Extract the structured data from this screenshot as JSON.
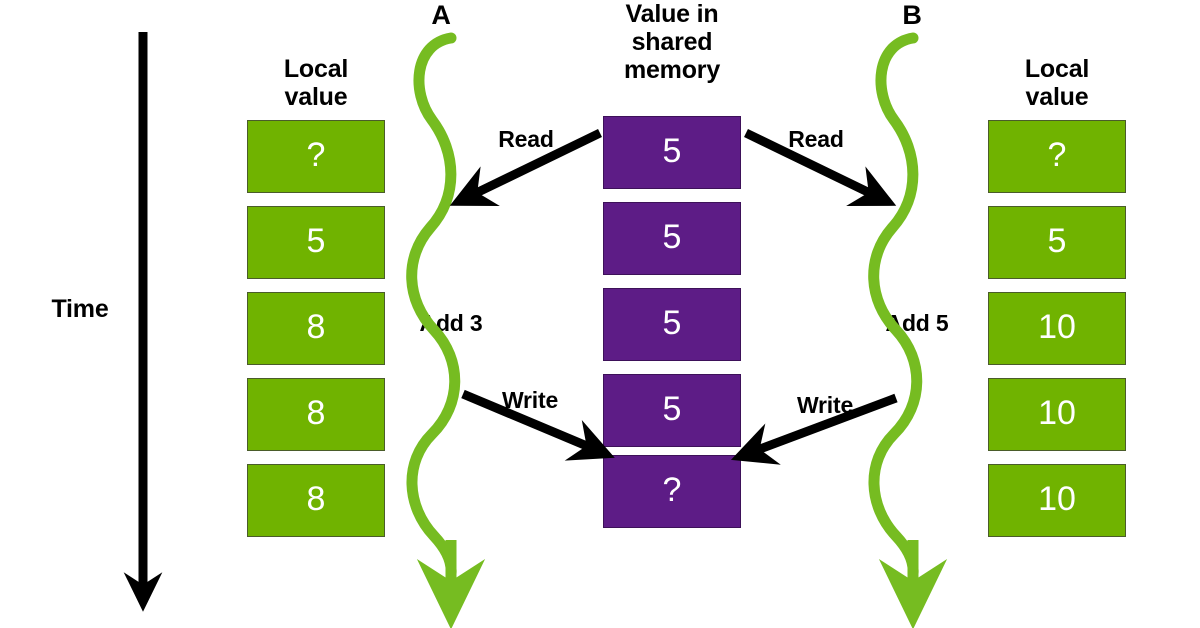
{
  "diagram": {
    "title_hidden": "",
    "axis": {
      "time_label": "Time"
    },
    "threads": {
      "left": {
        "letter": "A",
        "column_header": "Local\nvalue",
        "operation_label": "Add 3",
        "read_label": "Read",
        "write_label": "Write",
        "values": [
          "?",
          "5",
          "8",
          "8",
          "8"
        ]
      },
      "right": {
        "letter": "B",
        "column_header": "Local\nvalue",
        "operation_label": "Add 5",
        "read_label": "Read",
        "write_label": "Write",
        "values": [
          "?",
          "5",
          "10",
          "10",
          "10"
        ]
      }
    },
    "shared_memory": {
      "column_header": "Value in\nshared\nmemory",
      "values": [
        "5",
        "5",
        "5",
        "5",
        "?"
      ]
    },
    "colors": {
      "local_value_box": "#70b300",
      "local_value_box_border": "#4a5c2a",
      "shared_memory_box": "#5d1c86",
      "shared_memory_box_border": "#3d1159",
      "thread_line": "#76bc21",
      "arrow": "#000000",
      "text_on_box": "#ffffff",
      "label_text": "#000000",
      "background": "#ffffff"
    },
    "icons": {
      "time_axis": "down-arrow-icon",
      "thread_a_line": "squiggly-thread-line-icon",
      "thread_b_line": "squiggly-thread-line-icon",
      "read_left": "arrow-left-icon",
      "read_right": "arrow-right-icon",
      "write_left": "arrow-right-icon",
      "write_right": "arrow-left-icon"
    }
  }
}
